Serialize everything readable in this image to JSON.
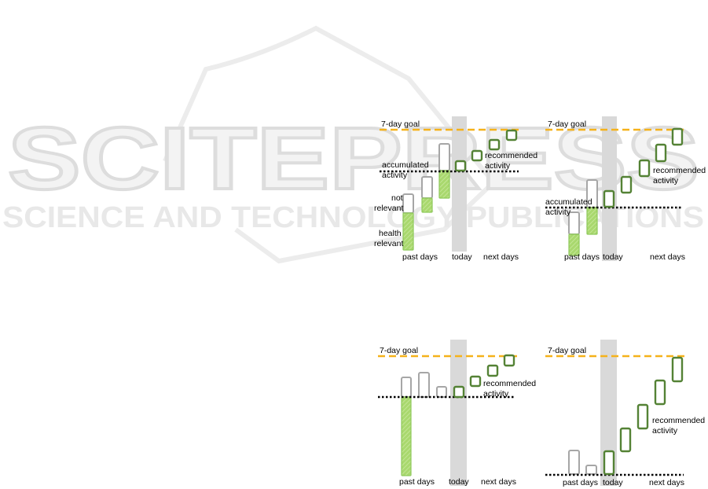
{
  "watermark": {
    "brand": "SCITEPRESS",
    "tagline": "SCIENCE AND TECHNOLOGY PUBLICATIONS"
  },
  "colors": {
    "goal_line": "#f5b21b",
    "today_band": "#d9d9d9",
    "not_relevant_outline": "#a6a6a6",
    "health_relevant_fill": "#a9d86e",
    "recommended_outline": "#548235"
  },
  "panels": [
    {
      "goal": "7-day goal",
      "accumulated": [
        "accumulated",
        "activity"
      ],
      "not_relevant": [
        "not",
        "relevant"
      ],
      "health_relevant": [
        "health",
        "relevant"
      ],
      "recommended": [
        "recommended",
        "activity"
      ],
      "axis": {
        "past": "past days",
        "today": "today",
        "next": "next days"
      }
    },
    {
      "goal": "7-day goal",
      "accumulated": [
        "accumulated",
        "activity"
      ],
      "recommended": [
        "recommended",
        "activity"
      ],
      "axis": {
        "past": "past days",
        "today": "today",
        "next": "next days"
      }
    },
    {
      "goal": "7-day goal",
      "recommended": [
        "recommended",
        "activity"
      ],
      "axis": {
        "past": "past days",
        "today": "today",
        "next": "next days"
      }
    },
    {
      "goal": "7-day goal",
      "recommended": [
        "recommended",
        "activity"
      ],
      "axis": {
        "past": "past days",
        "today": "today",
        "next": "next days"
      }
    }
  ]
}
